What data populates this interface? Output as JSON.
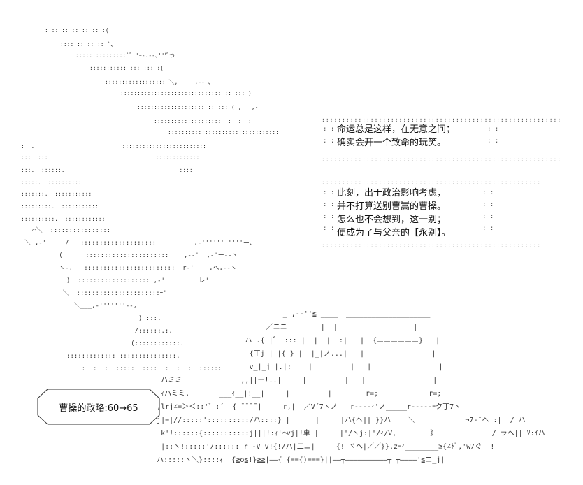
{
  "narration_box_1": {
    "lines": [
      "命运总是这样，在无意之间；",
      "确实会开一个致命的玩笑。"
    ]
  },
  "narration_box_2": {
    "lines": [
      "此刻，出于政治影响考虑，",
      "并不打算送别曹嵩的曹操。",
      "怎么也不会想到，这一别；",
      "便成为了与父亲的【永别】。"
    ]
  },
  "stat_box": {
    "text": "曹操的政略:60→65"
  },
  "ascii_art": {
    "sky_lines": [
      ": :: :: :: :: :: :(",
      ":::: :: :: :: `、",
      ":::::::::::::::`ﾞ''ｰ-.--､'''ﾞつ",
      "::::::::::: ::: ::: :(",
      ":::::::::::::::::: ＼,_____,-- 、",
      ":::::::::::::::::::::::::::::: :: ::: )",
      ":::::::::::::::::::: :: ::: ( ,___,-",
      "::::::::::::::::::::  :  :  :",
      ":::::::::::::::::::::::::::::::::",
      ":  .                          :::::::::::::::::::::::::",
      ":::  :::                                :::::::::::::",
      ":::.  ::::::.                                  ::::",
      ":::::.  ::::::::::",
      ":::::::.  :::::::::::",
      ":::::::::.  :::::::::::",
      "::::::::::.  ::::::::::::"
    ],
    "ground_lines": [
      "   ⌒＼  ::::::::::::::::",
      " ＼ ,-'     /   ::::::::::::::::::::          ,-'''''''''''ー､",
      "          (      ::::::::::::::::::::::    ,--'  ,-'ー--ヽ",
      "          ヽ-,   ::::::::::::::::::::::::  r-'    ,へ,--ヽ",
      "            )  ::::::::::::::::::: ,-'         レ'",
      "           ＼  ::::::::::::::::::::::ｰ'",
      "              ＼___,-'''''''--,",
      "                               ) :::.",
      "                              /::::::.:.",
      "                             (::::::::::::.",
      "            ::::::::::::: :::::::::::::::.",
      "                :  :  :  :::::  ::::  :  :  :  ::::::"
    ],
    "building_lines": [
      "                                  _ ,--''≦ ____  ____________________",
      "                              ／ニニ        |  |                  |",
      "                         ハ .{ |゛ ::: |  |  |  :|   |  {ニニニニニニ}   |",
      "                          {丁j | |{ } |  |_|ノ...|   |                |",
      "                          v_|_j |.|:    |         |   |                |",
      "     ハミミ            __,,||ー!..|     |         |   |                |",
      "     ｨハミミ.       ___ｨ__|!__|     |         |        r=;            r=;",
      "    ,lrj∠=＞＜::'゛:´  { ̄ ̄ ̄ ̄ |     r,|  ／V´7ヽノ   r----ｨ'ノ_____r-----ｰク丁7ヽ",
      "    j|=|//:::::'::::::::::/ハ::::} |______|     |ハ{ヘ|| }}ハ    ＼_____ ______¬7‐¨ヘ|:|  / ハ",
      "     k'!::::::{:::::::::::j|||!:ｨ'⌒vj|!車_|     |'/ヽj:|'/ｨ/V,        》             / ラヘ|| ｿ:ｲハ",
      "     |::ヽ!:::::'/:::::: r'-V v!{!/ハ|二ニ|     {! ヾヘ|／／}},zｰｨ________≧{∠ﾄﾞ,'w/ぐ  !",
      "    ハ:::::ヽ＼}::::ｨ  {≧o≦!}≧≧|——{ {=={)===}||——┬——————————┬ ┬————'≦ニ_j|"
    ]
  }
}
